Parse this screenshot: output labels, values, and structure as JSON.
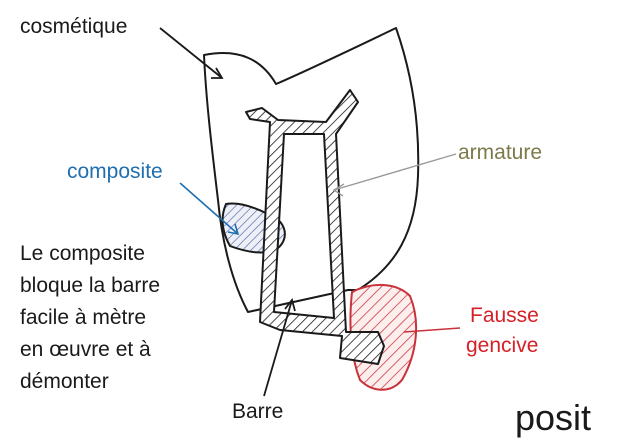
{
  "labels": {
    "cosmetique": "cosmétique",
    "composite": "composite",
    "armature": "armature",
    "fausse_gencive_line1": "Fausse",
    "fausse_gencive_line2": "gencive",
    "barre": "Barre",
    "posit": "posit"
  },
  "note_lines": [
    "Le composite",
    "bloque la  barre",
    "facile à mètre",
    "en œuvre et à",
    "démonter"
  ],
  "colors": {
    "ink": "#1a1a1a",
    "composite": "#1f6fb0",
    "composite_fill": "#5a6aa8",
    "armature": "#7d7a4a",
    "fausse_gencive": "#d61f26",
    "fausse_gencive_fill": "#c8323a",
    "pointer_gray": "#9a9a9a"
  }
}
